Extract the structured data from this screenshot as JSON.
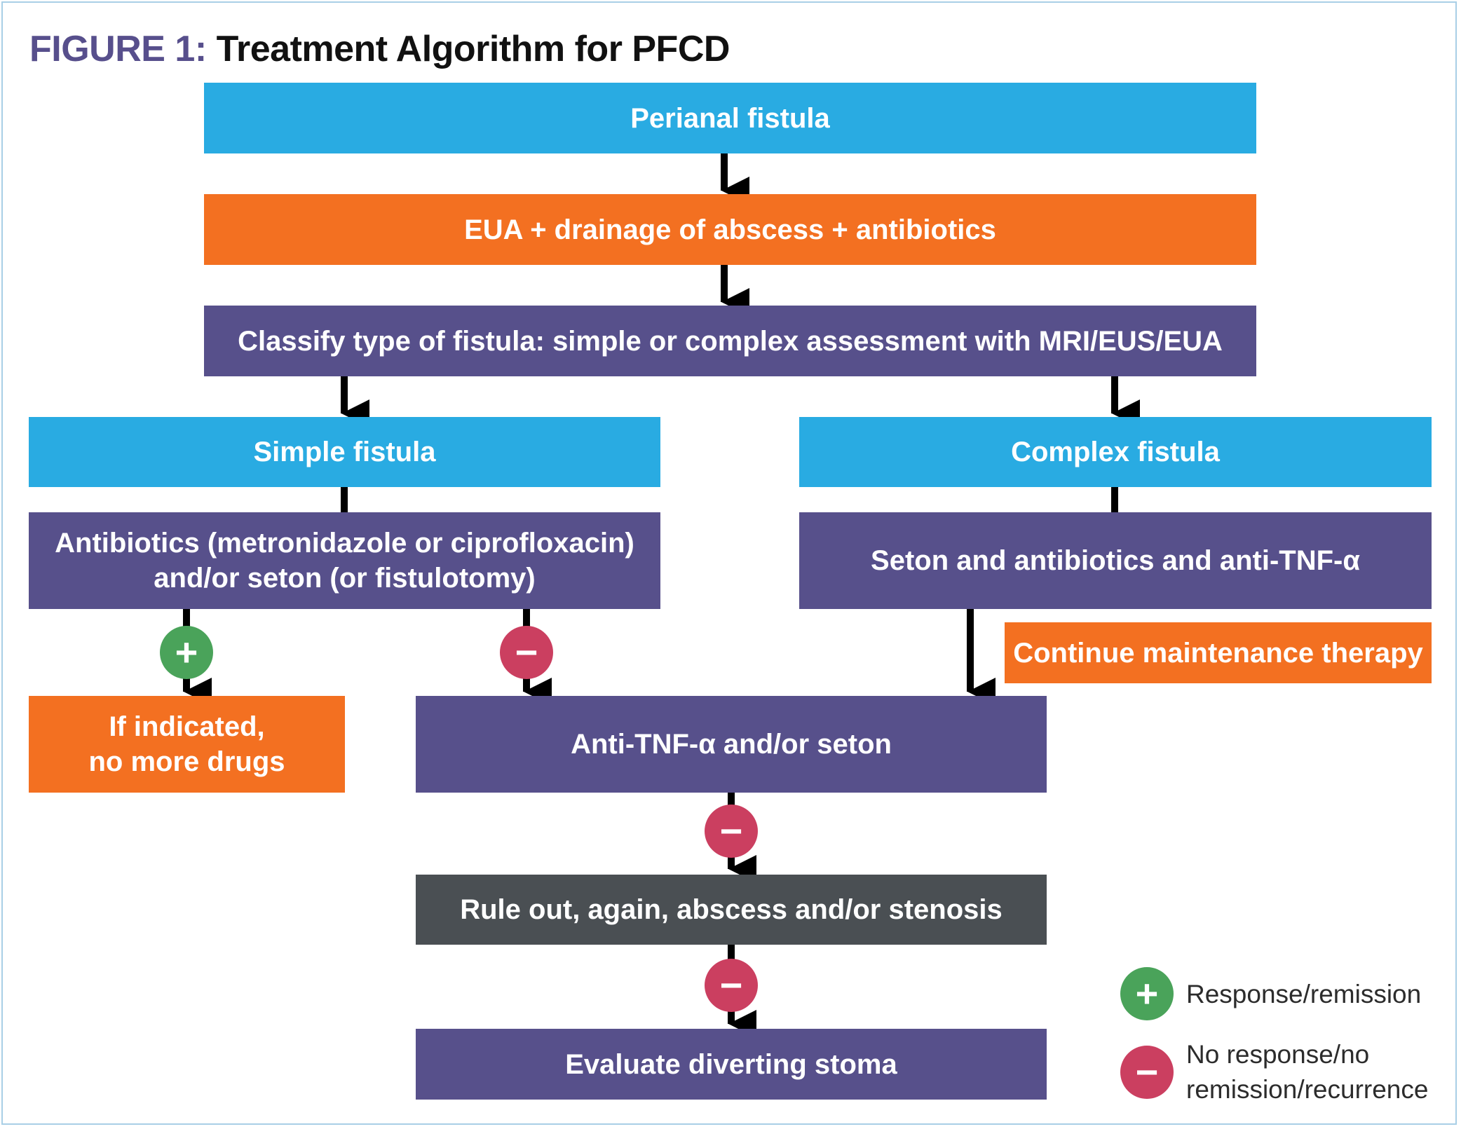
{
  "figure": {
    "label": "FIGURE 1:",
    "title": "Treatment Algorithm for PFCD"
  },
  "nodes": {
    "perianal_fistula": "Perianal fistula",
    "eua_drainage": "EUA + drainage of abscess + antibiotics",
    "classify": "Classify type of fistula: simple or complex assessment with MRI/EUS/EUA",
    "simple_fistula": "Simple fistula",
    "complex_fistula": "Complex fistula",
    "simple_treatment_line1": "Antibiotics (metronidazole or ciprofloxacin)",
    "simple_treatment_line2": "and/or seton (or fistulotomy)",
    "complex_treatment": "Seton and antibiotics and anti-TNF-α",
    "continue_maintenance": "Continue maintenance therapy",
    "no_more_drugs_line1": "If indicated,",
    "no_more_drugs_line2": "no more drugs",
    "anti_tnf_seton": "Anti-TNF-α and/or seton",
    "rule_out": "Rule out, again, abscess and/or stenosis",
    "diverting_stoma": "Evaluate diverting stoma"
  },
  "badges": {
    "plus": "+",
    "minus": "−"
  },
  "legend": {
    "response": "Response/remission",
    "no_response_line1": "No response/no",
    "no_response_line2": "remission/recurrence"
  },
  "colors": {
    "blue": "#29abe2",
    "orange": "#f37021",
    "purple": "#57508b",
    "dark_gray": "#4a4f53",
    "green": "#4aa35a",
    "red": "#cb3f60",
    "title_label": "#574f8c"
  }
}
